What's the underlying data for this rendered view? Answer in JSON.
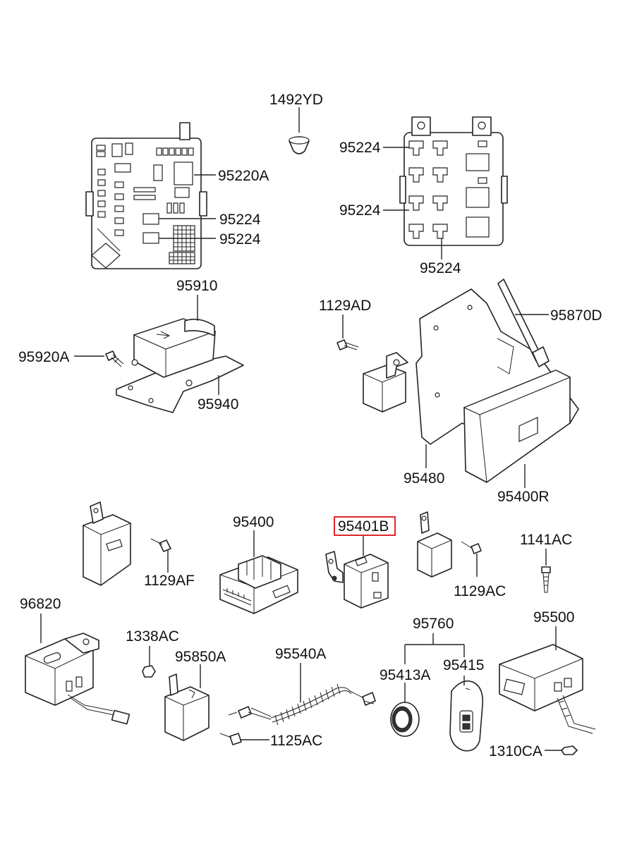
{
  "labels": {
    "l_1492YD": "1492YD",
    "l_95220A": "95220A",
    "l_95224_a": "95224",
    "l_95224_b": "95224",
    "l_95224_c": "95224",
    "l_95224_d": "95224",
    "l_95224_e": "95224",
    "l_95910": "95910",
    "l_95920A": "95920A",
    "l_95940": "95940",
    "l_1129AD": "1129AD",
    "l_95870D": "95870D",
    "l_95480": "95480",
    "l_95400R": "95400R",
    "l_95400": "95400",
    "l_95401B": "95401B",
    "l_1129AF": "1129AF",
    "l_1129AC": "1129AC",
    "l_1141AC": "1141AC",
    "l_96820": "96820",
    "l_1338AC": "1338AC",
    "l_95850A": "95850A",
    "l_95540A": "95540A",
    "l_95760": "95760",
    "l_95413A": "95413A",
    "l_95415": "95415",
    "l_95500": "95500",
    "l_1125AC": "1125AC",
    "l_1310CA": "1310CA"
  },
  "highlight": {
    "part": "95401B",
    "color": "#e0262b"
  }
}
